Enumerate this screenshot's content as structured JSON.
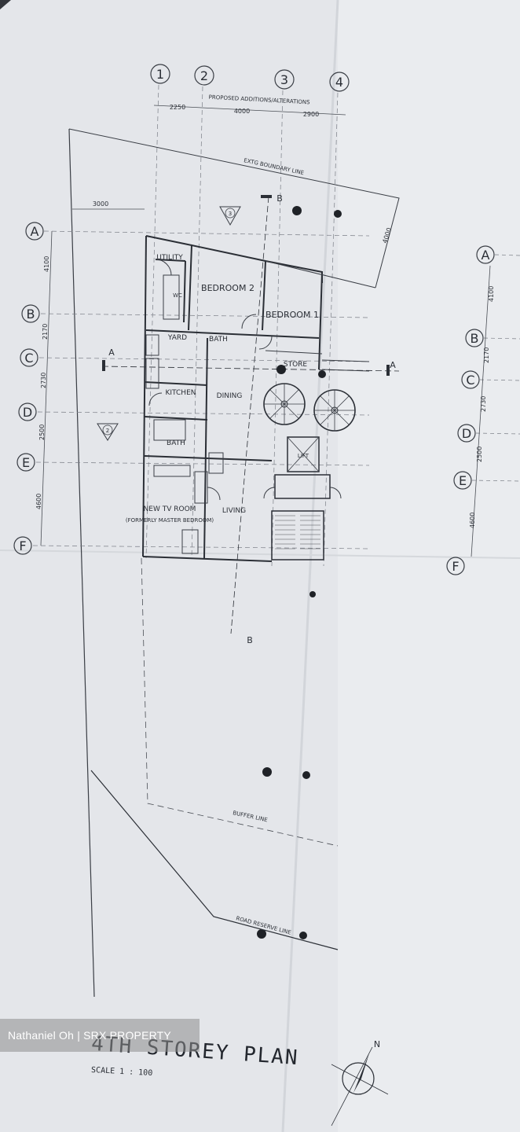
{
  "plan": {
    "title": "4TH STOREY PLAN",
    "scale": "SCALE 1 : 100",
    "watermark": "Nathaniel Oh | SRX PROPERTY",
    "north_label": "N",
    "grid_columns": [
      "1",
      "2",
      "3",
      "4"
    ],
    "grid_rows_left": [
      "A",
      "B",
      "C",
      "D",
      "E",
      "F"
    ],
    "grid_rows_right": [
      "A",
      "B",
      "C",
      "D",
      "E",
      "F"
    ],
    "column_dimensions": [
      "2250",
      "4000",
      "2900"
    ],
    "row_dimensions_left": [
      "4100",
      "2170",
      "2730",
      "2500",
      "4600"
    ],
    "row_dimensions_right": [
      "4100",
      "2170",
      "2730",
      "2500",
      "4600"
    ],
    "top_note": "PROPOSED ADDITIONS/ALTERATIONS",
    "boundary_label": "EXTG BOUNDARY LINE",
    "buffer_label": "BUFFER LINE",
    "road_label": "ROAD RESERVE LINE",
    "side_dimension_3000": "3000",
    "side_dimension_4000": "4000",
    "section_a_left": "A",
    "section_a_right": "A",
    "section_b_top": "B",
    "section_b_bottom": "B",
    "marker_2": "2",
    "marker_3": "3",
    "rooms": {
      "utility": "UTILITY",
      "wc": "WC",
      "bedroom2": "BEDROOM 2",
      "bedroom1": "BEDROOM 1",
      "yard": "YARD",
      "bath_top": "BATH",
      "store": "STORE",
      "kitchen": "KITCHEN",
      "dining": "DINING",
      "bath_bottom": "BATH",
      "tv_room": "NEW TV ROOM",
      "tv_room_note": "(FORMERLY MASTER BEDROOM)",
      "living": "LIVING",
      "lift": "LIFT"
    }
  }
}
